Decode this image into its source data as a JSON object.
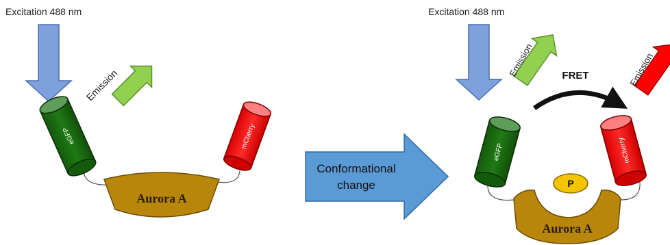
{
  "left_panel": {
    "excitation_label": "Excitation 488 nm",
    "emission_label": "Emission",
    "donor_label": "eGFP",
    "acceptor_label": "mCherry",
    "protein_label": "Aurora A"
  },
  "middle": {
    "arrow_label_line1": "Conformational",
    "arrow_label_line2": "change"
  },
  "right_panel": {
    "excitation_label": "Excitation 488 nm",
    "green_emission_label": "Emission",
    "red_emission_label": "Emission",
    "fret_label": "FRET",
    "donor_label": "eGFP",
    "acceptor_label": "mCherry",
    "phospho_label": "P",
    "protein_label": "Aurora A"
  },
  "colors": {
    "excitation_arrow": "#7ea1dc",
    "green_emission_arrow": "#92d050",
    "red_emission_arrow": "#ff0000",
    "egfp": "#1e6b12",
    "mcherry": "#ff1a1a",
    "aurora": "#b8860b",
    "phospho": "#f5c400",
    "conformational_arrow": "#5b9bd5"
  }
}
